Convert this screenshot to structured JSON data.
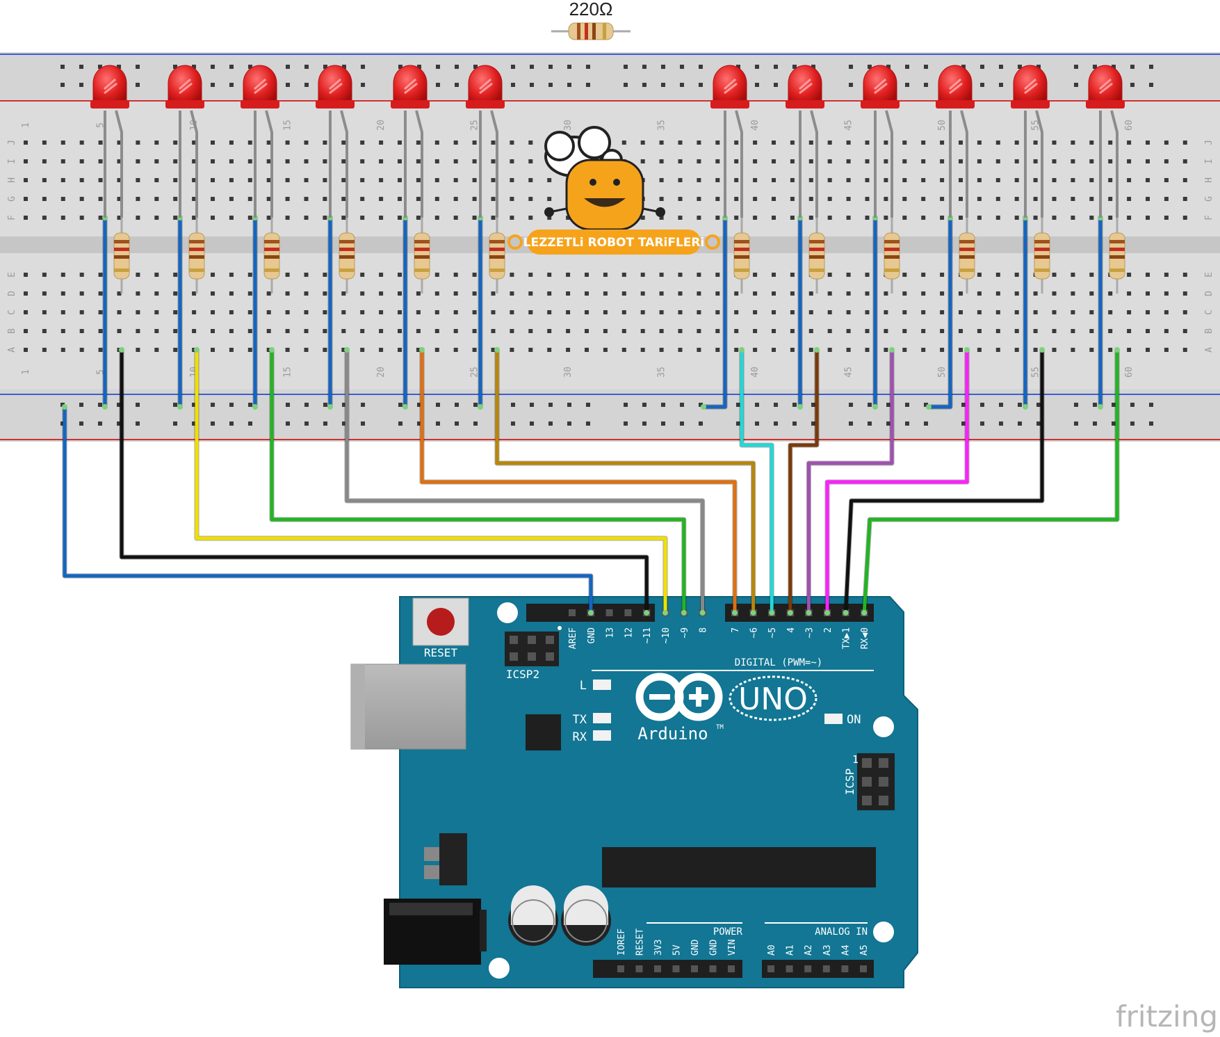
{
  "resistor_label": "220Ω",
  "watermark": "fritzing",
  "logo": {
    "name": "LEZZETLi ROBOT TARiFLERi",
    "icon": "chef-robot-icon"
  },
  "breadboard": {
    "row_letters_top": [
      "J",
      "I",
      "H",
      "G",
      "F"
    ],
    "row_letters_bottom": [
      "E",
      "D",
      "C",
      "B",
      "A"
    ],
    "column_numbers": [
      "1",
      "5",
      "10",
      "15",
      "20",
      "25",
      "30",
      "35",
      "40",
      "45",
      "50",
      "55",
      "60"
    ]
  },
  "circuit": {
    "led_count": 12,
    "leds": [
      {
        "led": 1,
        "wire_color": "#1565c0",
        "arduino_pin": "GND"
      },
      {
        "led": 1,
        "wire_color": "#111111",
        "arduino_pin": "~11"
      },
      {
        "led": 2,
        "wire_color": "#f0e000",
        "arduino_pin": "~10"
      },
      {
        "led": 3,
        "wire_color": "#22b522",
        "arduino_pin": "~9"
      },
      {
        "led": 4,
        "wire_color": "#888888",
        "arduino_pin": "8"
      },
      {
        "led": 5,
        "wire_color": "#e07010",
        "arduino_pin": "7"
      },
      {
        "led": 6,
        "wire_color": "#b8860b",
        "arduino_pin": "~6"
      },
      {
        "led": 7,
        "wire_color": "#22d8d8",
        "arduino_pin": "~5"
      },
      {
        "led": 8,
        "wire_color": "#7a3a0a",
        "arduino_pin": "4"
      },
      {
        "led": 9,
        "wire_color": "#a050b0",
        "arduino_pin": "~3"
      },
      {
        "led": 10,
        "wire_color": "#ff20ff",
        "arduino_pin": "2"
      },
      {
        "led": 11,
        "wire_color": "#111111",
        "arduino_pin": "TX▶1"
      },
      {
        "led": 12,
        "wire_color": "#22b522",
        "arduino_pin": "RX◀0"
      }
    ]
  },
  "arduino": {
    "reset_label": "RESET",
    "icsp2_label": "ICSP2",
    "icsp_label": "ICSP",
    "icsp_pin1": "1",
    "brand": "Arduino",
    "tm": "TM",
    "model": "UNO",
    "digital_label": "DIGITAL (PWM=~)",
    "led_l": "L",
    "led_tx": "TX",
    "led_rx": "RX",
    "led_on": "ON",
    "digital_pins": [
      "AREF",
      "GND",
      "13",
      "12",
      "~11",
      "~10",
      "~9",
      "8",
      "7",
      "~6",
      "~5",
      "4",
      "~3",
      "2",
      "TX▶1",
      "RX◀0"
    ],
    "power_label": "POWER",
    "power_pins": [
      "IOREF",
      "RESET",
      "3V3",
      "5V",
      "GND",
      "GND",
      "VIN"
    ],
    "analog_label": "ANALOG IN",
    "analog_pins": [
      "A0",
      "A1",
      "A2",
      "A3",
      "A4",
      "A5"
    ]
  }
}
